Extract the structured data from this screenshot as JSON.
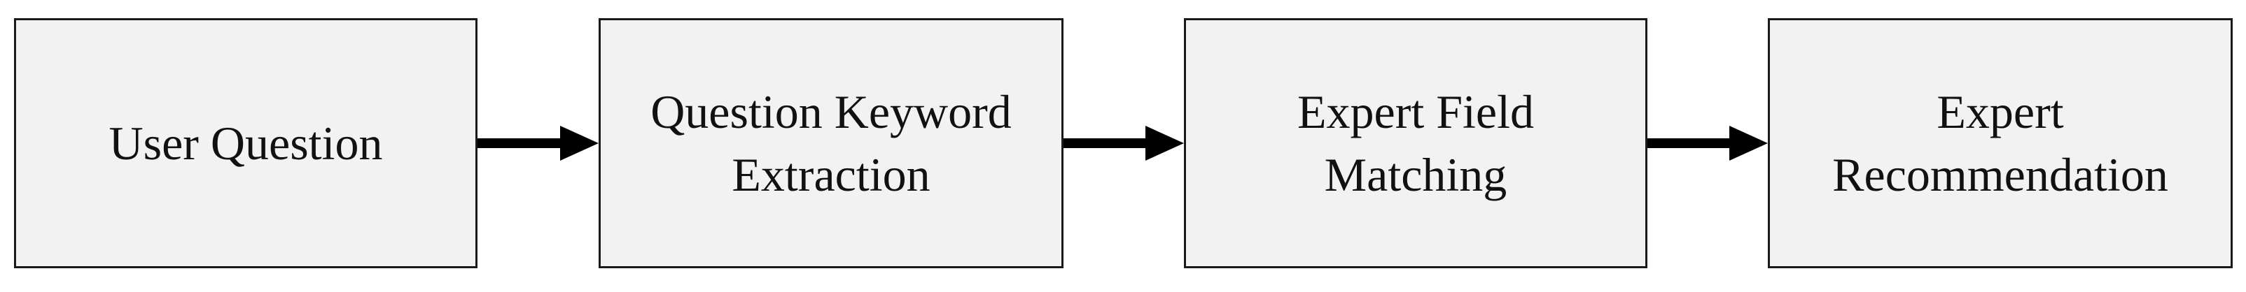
{
  "flowchart": {
    "steps": [
      {
        "label": "User Question"
      },
      {
        "label": "Question Keyword\nExtraction"
      },
      {
        "label": "Expert Field\nMatching"
      },
      {
        "label": "Expert\nRecommendation"
      }
    ],
    "colors": {
      "box_fill": "#f2f2f2",
      "box_border": "#1a1a1a",
      "arrow": "#000000",
      "text": "#111111"
    }
  }
}
